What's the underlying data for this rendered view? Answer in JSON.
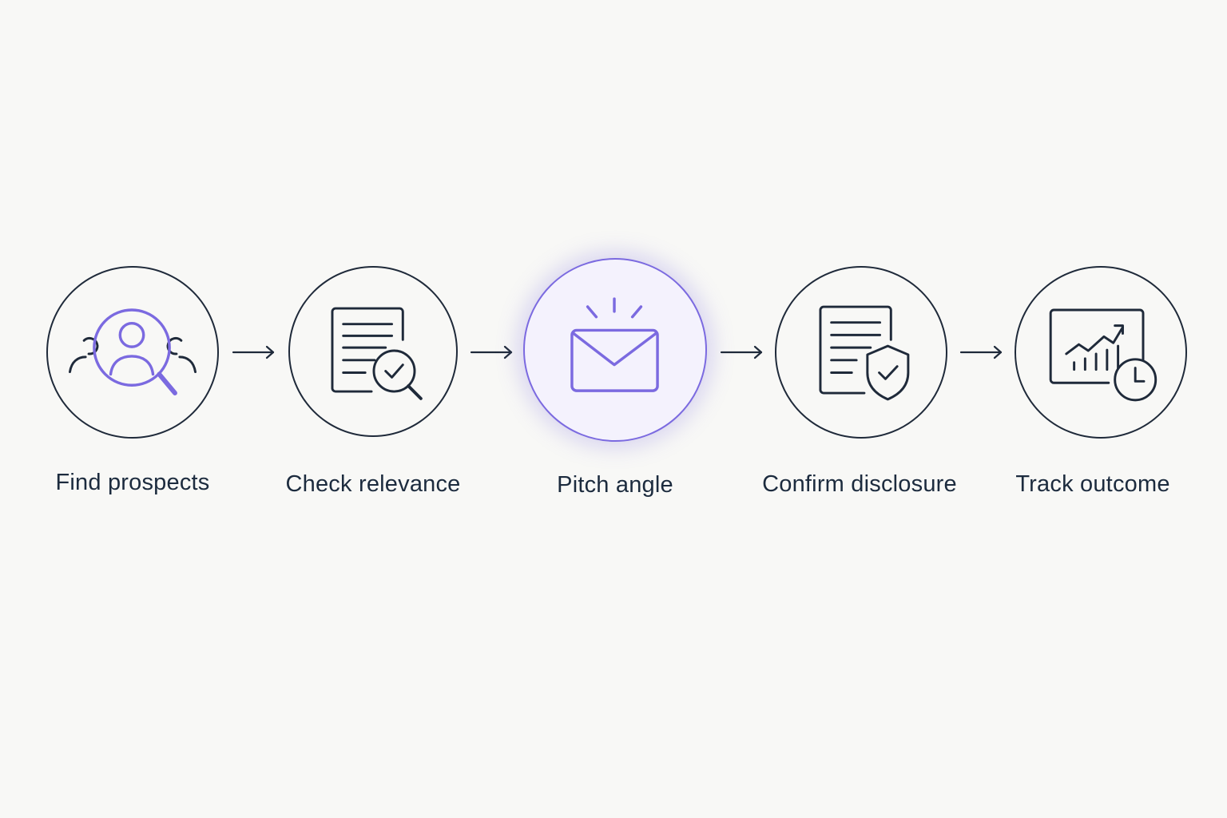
{
  "steps": [
    {
      "label": "Find prospects",
      "icon": "user-search-icon",
      "active": false
    },
    {
      "label": "Check relevance",
      "icon": "document-search-icon",
      "active": false
    },
    {
      "label": "Pitch angle",
      "icon": "envelope-icon",
      "active": true
    },
    {
      "label": "Confirm disclosure",
      "icon": "document-shield-icon",
      "active": false
    },
    {
      "label": "Track outcome",
      "icon": "chart-clock-icon",
      "active": false
    }
  ],
  "colors": {
    "background": "#f8f8f6",
    "stroke": "#1f2a3a",
    "text": "#1c2b3e",
    "accent": "#7b6ae0"
  }
}
